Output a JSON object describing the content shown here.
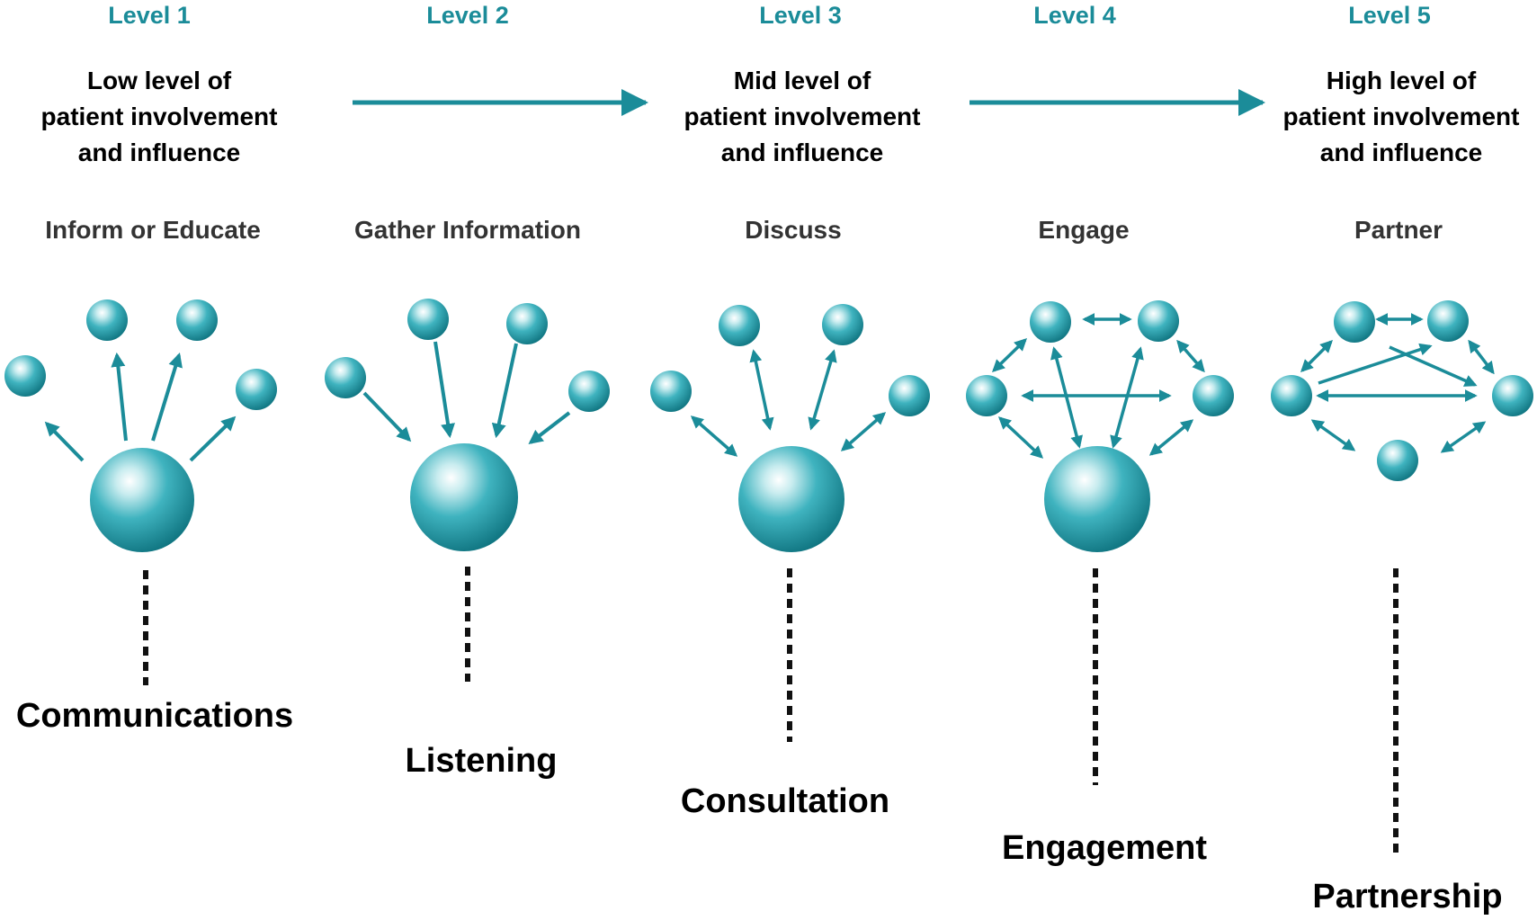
{
  "colors": {
    "accent": "#1b8c99",
    "sphere_dark": "#0f7480",
    "text": "#000000",
    "stage_text": "#333333"
  },
  "levels": [
    {
      "label": "Level 1",
      "stage": "Inform or Educate",
      "outcome": "Communications",
      "description": [
        "Low level of",
        "patient involvement",
        "and influence"
      ]
    },
    {
      "label": "Level 2",
      "stage": "Gather Information",
      "outcome": "Listening"
    },
    {
      "label": "Level 3",
      "stage": "Discuss",
      "outcome": "Consultation",
      "description": [
        "Mid level of",
        "patient involvement",
        "and influence"
      ]
    },
    {
      "label": "Level 4",
      "stage": "Engage",
      "outcome": "Engagement"
    },
    {
      "label": "Level 5",
      "stage": "Partner",
      "outcome": "Partnership",
      "description": [
        "High level of",
        "patient involvement",
        "and influence"
      ]
    }
  ]
}
